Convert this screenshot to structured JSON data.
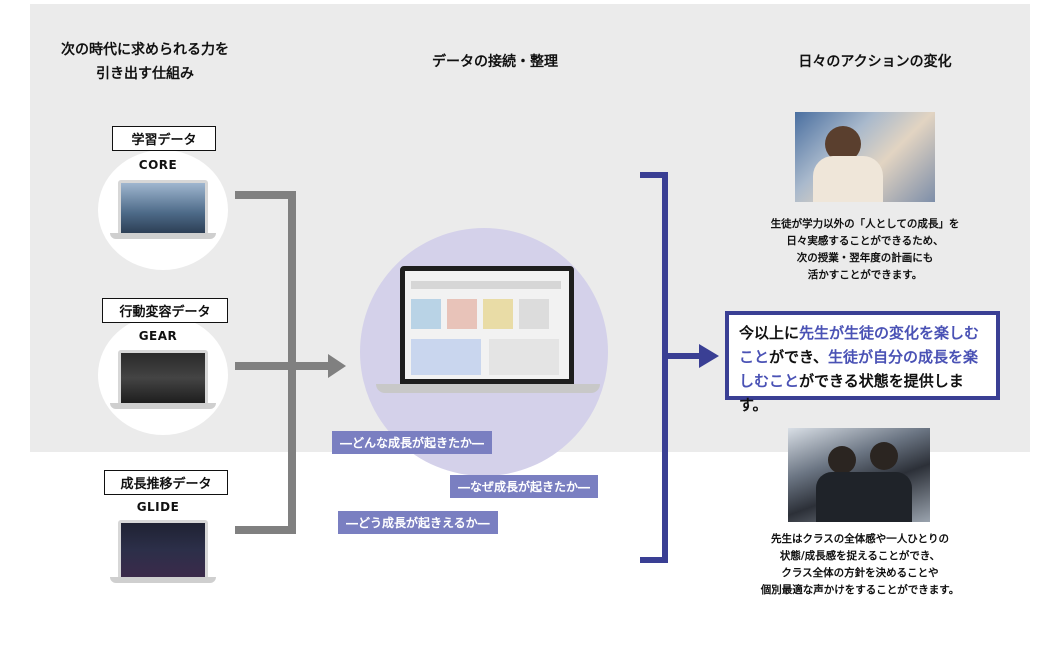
{
  "colors": {
    "panel": "#ebebeb",
    "bracket_gray": "#808080",
    "bracket_blue": "#3a3f94",
    "accent": "#7a7fc1",
    "highlight_text": "#4a52b5"
  },
  "headers": {
    "left_line1": "次の時代に求められる力を",
    "left_line2": "引き出す仕組み",
    "center": "データの接続・整理",
    "right": "日々のアクションの変化"
  },
  "sources": [
    {
      "label": "学習データ",
      "name": "CORE"
    },
    {
      "label": "行動変容データ",
      "name": "GEAR"
    },
    {
      "label": "成長推移データ",
      "name": "GLIDE"
    }
  ],
  "tags": [
    "―どんな成長が起きたか―",
    "―なぜ成長が起きたか―",
    "―どう成長が起きえるか―"
  ],
  "captions": {
    "top": [
      "生徒が学力以外の「人としての成長」を",
      "日々実感することができるため、",
      "次の授業・翌年度の計画にも",
      "活かすことができます。"
    ],
    "bottom": [
      "先生はクラスの全体感や一人ひとりの",
      "状態/成長感を捉えることができ、",
      "クラス全体の方針を決めることや",
      "個別最適な声かけをすることができます。"
    ]
  },
  "highlight": {
    "p1": "今以上に",
    "p2": "先生が生徒の変化を楽しむこと",
    "p3": "ができ、",
    "p4": "生徒が自分の成長を楽しむこと",
    "p5": "ができる状態を提供します。"
  }
}
